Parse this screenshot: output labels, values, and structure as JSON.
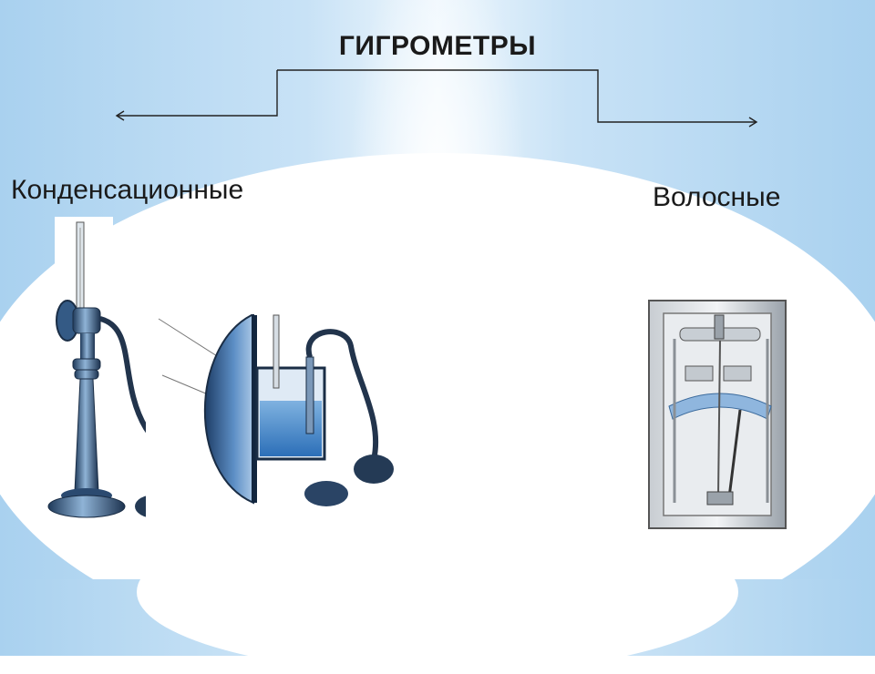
{
  "title": "ГИГРОМЕТРЫ",
  "categories": {
    "left": "Конденсационные",
    "right": "Волосные"
  }
}
